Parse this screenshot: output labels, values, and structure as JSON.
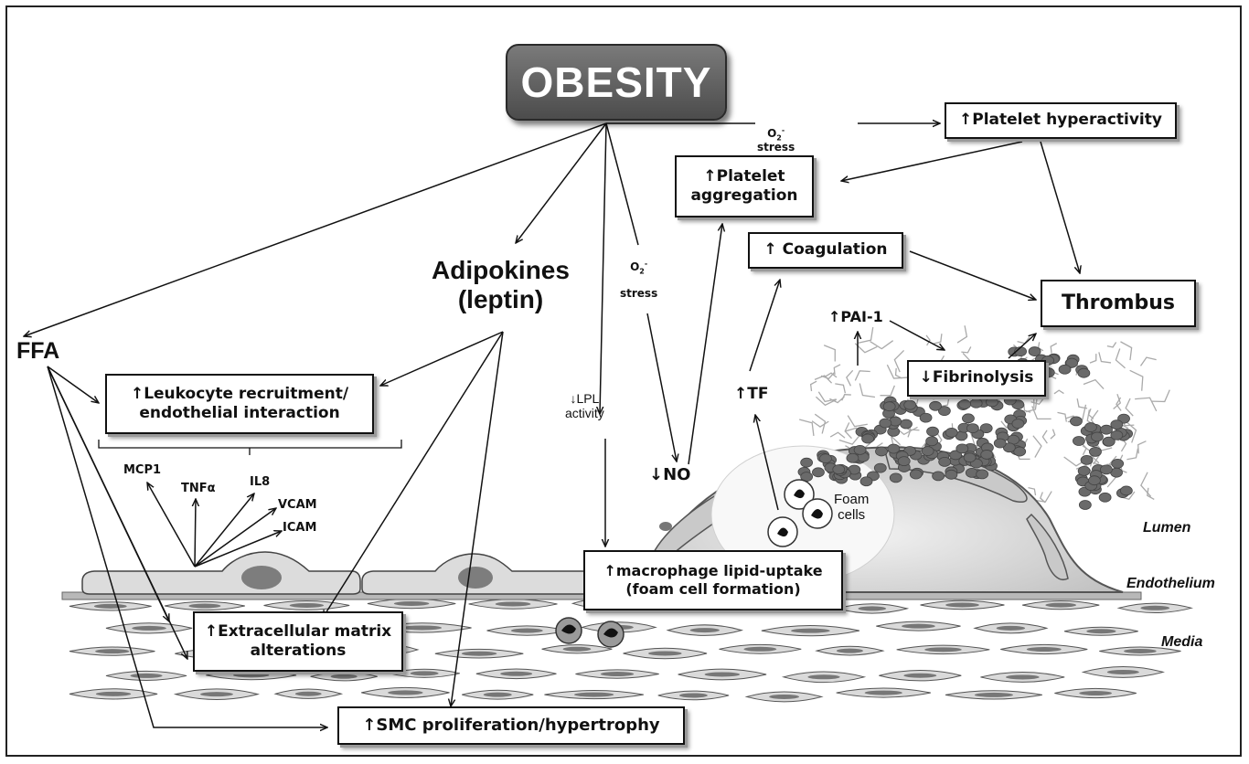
{
  "title": "OBESITY",
  "mediators": {
    "ffa": "FFA",
    "adipokines": "Adipokines\n(leptin)"
  },
  "stress_labels": {
    "top": "stress",
    "middle": "stress",
    "species_base": "O",
    "species_sub": "2",
    "species_sup": "-"
  },
  "lpl_activity": "↓LPL\nactivity",
  "no_label": "↓NO",
  "tf_label": "↑TF",
  "pai1_label": "↑PAI-1",
  "foam_cells_label": "Foam\ncells",
  "markers": [
    "MCP1",
    "TNFα",
    "IL8",
    "VCAM",
    "ICAM"
  ],
  "boxes": {
    "platelet_hyperactivity": "↑Platelet hyperactivity",
    "platelet_aggregation": "↑Platelet\naggregation",
    "coagulation": "↑ Coagulation",
    "thrombus": "Thrombus",
    "fibrinolysis": "↓Fibrinolysis",
    "leukocyte": "↑Leukocyte recruitment/\nendothelial interaction",
    "macrophage": "↑macrophage lipid-uptake\n(foam cell formation)",
    "ecm": "↑Extracellular matrix\nalterations",
    "smc": "↑SMC proliferation/hypertrophy"
  },
  "tissue_layers": {
    "lumen": "Lumen",
    "endothelium": "Endothelium",
    "media": "Media"
  }
}
